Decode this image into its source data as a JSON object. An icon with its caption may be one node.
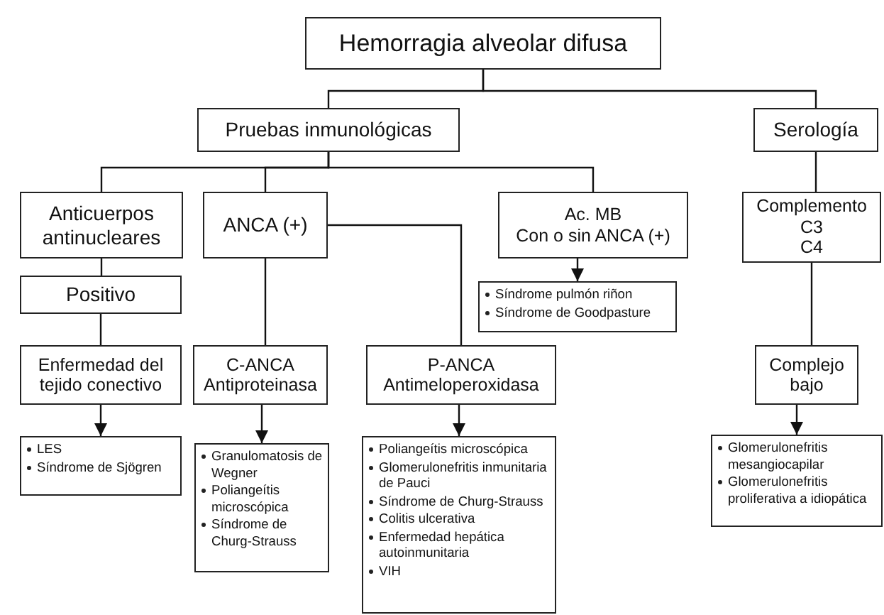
{
  "diagram": {
    "nodes": [
      {
        "text": [
          "Hemorragia alveolar difusa"
        ]
      },
      {
        "text": [
          "Pruebas inmunológicas"
        ]
      },
      {
        "text": [
          "Serología"
        ]
      },
      {
        "text": [
          "Anticuerpos antinucleares"
        ]
      },
      {
        "text": [
          "ANCA (+)"
        ]
      },
      {
        "text": [
          "Ac. MB",
          "Con o sin ANCA (+)"
        ]
      },
      {
        "text": [
          "Complemento",
          "C3",
          "C4"
        ]
      },
      {
        "text": [
          "Positivo"
        ]
      },
      {
        "text": [
          "Enfermedad del tejido conectivo"
        ]
      },
      {
        "text": [
          "C-ANCA Antiproteinasa"
        ]
      },
      {
        "text": [
          "P-ANCA Antimeloperoxidasa"
        ]
      },
      {
        "text": [
          "Complejo bajo"
        ]
      },
      {
        "text": [
          "Síndrome pulmón riñon",
          "Síndrome de Goodpasture"
        ]
      },
      {
        "text": [
          "LES",
          "Síndrome de Sjögren"
        ]
      },
      {
        "text": [
          "Granulomatosis de Wegner",
          "Poliangeítis microscópica",
          "Síndrome de Churg-Strauss"
        ]
      },
      {
        "text": [
          "Poliangeítis microscópica",
          "Glomerulonefritis inmunitaria de Pauci",
          "Síndrome de Churg-Strauss",
          "Colitis ulcerativa",
          "Enfermedad hepática autoinmunitaria",
          "VIH"
        ]
      },
      {
        "text": [
          "Glomerulonefritis mesangiocapilar",
          "Glomerulonefritis proliferativa a idiopática"
        ]
      }
    ],
    "edges": [
      {
        "from": 0,
        "to": 1,
        "arrow": "none"
      },
      {
        "from": 0,
        "to": 2,
        "arrow": "none"
      },
      {
        "from": 1,
        "to": 3,
        "arrow": "none"
      },
      {
        "from": 1,
        "to": 4,
        "arrow": "none"
      },
      {
        "from": 1,
        "to": 5,
        "arrow": "none"
      },
      {
        "from": 2,
        "to": 6,
        "arrow": "none"
      },
      {
        "from": 3,
        "to": 7,
        "arrow": "none"
      },
      {
        "from": 7,
        "to": 8,
        "arrow": "none"
      },
      {
        "from": 4,
        "to": 9,
        "arrow": "none"
      },
      {
        "from": 4,
        "to": 10,
        "arrow": "none"
      },
      {
        "from": 6,
        "to": 11,
        "arrow": "none"
      },
      {
        "from": 5,
        "to": 12,
        "arrow": "to"
      },
      {
        "from": 8,
        "to": 13,
        "arrow": "to"
      },
      {
        "from": 9,
        "to": 14,
        "arrow": "to"
      },
      {
        "from": 10,
        "to": 15,
        "arrow": "to"
      },
      {
        "from": 11,
        "to": 16,
        "arrow": "to"
      }
    ]
  }
}
